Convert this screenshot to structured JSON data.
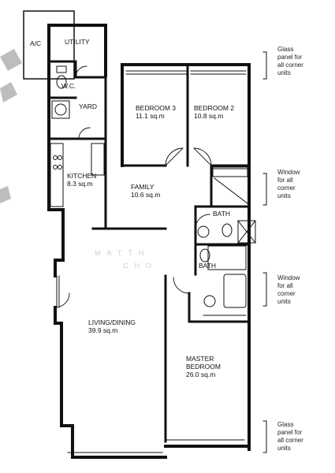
{
  "rooms": {
    "ac": "A/C",
    "utility": "UTILITY",
    "wc": "W.C.",
    "yard": "YARD",
    "kitchen_name": "KITCHEN",
    "kitchen_area": "8.3 sq.m",
    "bedroom3_name": "BEDROOM 3",
    "bedroom3_area": "11.1 sq.m",
    "bedroom2_name": "BEDROOM 2",
    "bedroom2_area": "10.8 sq.m",
    "family_name": "FAMILY",
    "family_area": "10.6 sq.m",
    "bath_upper": "BATH",
    "bath_lower": "BATH",
    "living_name": "LIVING/DINING",
    "living_area": "39.9 sq.m",
    "master_name1": "MASTER",
    "master_name2": "BEDROOM",
    "master_area": "26.0 sq.m"
  },
  "notes": [
    {
      "lines": [
        "Glass",
        "panel for",
        "all corner",
        "units"
      ]
    },
    {
      "lines": [
        "Window",
        "for all",
        "corner",
        "units"
      ]
    },
    {
      "lines": [
        "Window",
        "for all",
        "corner",
        "units"
      ]
    },
    {
      "lines": [
        "Glass",
        "panel for",
        "all corner",
        "units"
      ]
    }
  ],
  "watermark": {
    "line1": "MATTH",
    "line2": "CHO"
  }
}
